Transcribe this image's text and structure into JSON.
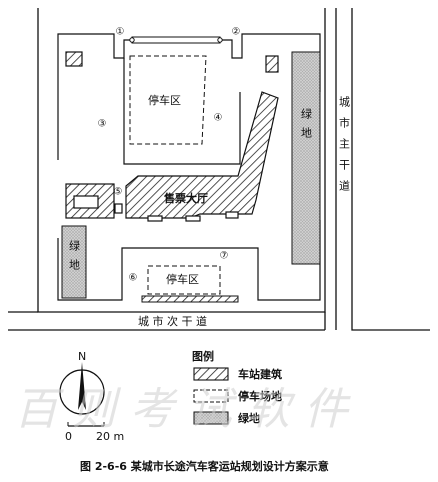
{
  "labels": {
    "parking_area_north": "停车区",
    "parking_area_south": "停车区",
    "ticket_hall": "售票大厅",
    "green_east": "绿地",
    "green_west": "绿地",
    "road_east": "城市主干道",
    "road_south": "城 市 次 干 道"
  },
  "site_markers": [
    "①",
    "②",
    "③",
    "④",
    "⑤",
    "⑥",
    "⑦"
  ],
  "legend": {
    "title": "图例",
    "items": [
      {
        "label": "车站建筑",
        "symbol": "hatched-box"
      },
      {
        "label": "停车场地",
        "symbol": "dashed-box"
      },
      {
        "label": "绿地",
        "symbol": "dotted-box"
      }
    ]
  },
  "compass": {
    "north_label": "N"
  },
  "scale": {
    "start": "0",
    "end": "20 m"
  },
  "caption": "图 2-6-6   某城市长途汽车客运站规划设计方案示意",
  "watermark": "百 则 考 试 软 件"
}
